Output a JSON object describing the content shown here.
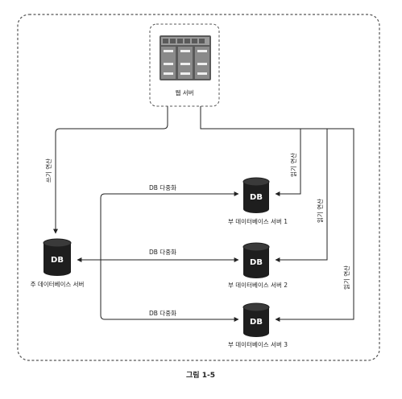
{
  "diagram": {
    "web_server": {
      "label": "웹 서버",
      "icon": "server-rack-icon"
    },
    "master_db": {
      "db_label": "DB",
      "name": "주 데이터베이스 서버"
    },
    "replicas": [
      {
        "db_label": "DB",
        "name": "부 데이터베이스 서버 1",
        "link_label": "DB 다중화",
        "read_label": "읽기 연산"
      },
      {
        "db_label": "DB",
        "name": "부 데이터베이스 서버 2",
        "link_label": "DB 다중화",
        "read_label": "읽기 연산"
      },
      {
        "db_label": "DB",
        "name": "부 데이터베이스 서버 3",
        "link_label": "DB 다중화",
        "read_label": "읽기 연산"
      }
    ],
    "write_label": "쓰기 연산",
    "caption": "그림 1-5"
  },
  "colors": {
    "line": "#222222",
    "db_fill": "#1e1e1e",
    "border": "#555555"
  }
}
